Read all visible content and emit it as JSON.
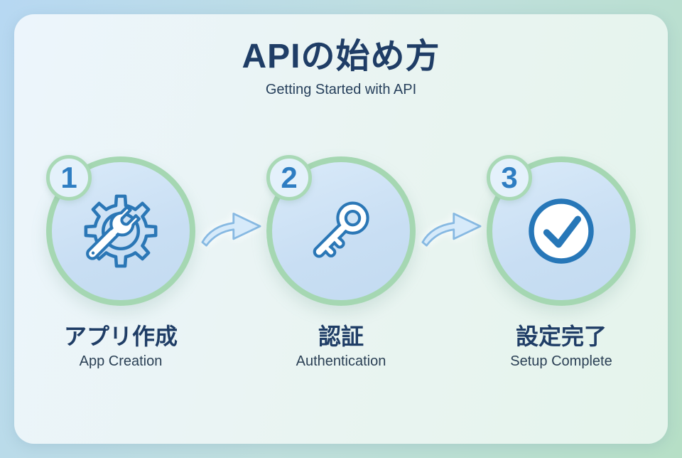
{
  "title": "APIの始め方",
  "subtitle": "Getting Started with API",
  "steps": [
    {
      "number": "1",
      "label_ja": "アプリ作成",
      "label_en": "App Creation",
      "icon": "gear-wrench-icon"
    },
    {
      "number": "2",
      "label_ja": "認証",
      "label_en": "Authentication",
      "icon": "key-icon"
    },
    {
      "number": "3",
      "label_ja": "設定完了",
      "label_en": "Setup Complete",
      "icon": "check-circle-icon"
    }
  ],
  "colors": {
    "title_text": "#1f3d66",
    "subtitle_text": "#27405c",
    "step_number_blue": "#2e7dc2",
    "icon_stroke_blue": "#2b77b6",
    "circle_fill_blue": "#c8def3",
    "ring_green": "#a5d7b2",
    "badge_fill": "#e4f1fb",
    "arrow_fill": "#d6eafa",
    "arrow_stroke": "#87b9e2",
    "background_blue": "#b7d8f2",
    "background_green": "#b6dfc6",
    "card_blue": "#ecf5fc",
    "card_green": "#e5f4ec"
  }
}
